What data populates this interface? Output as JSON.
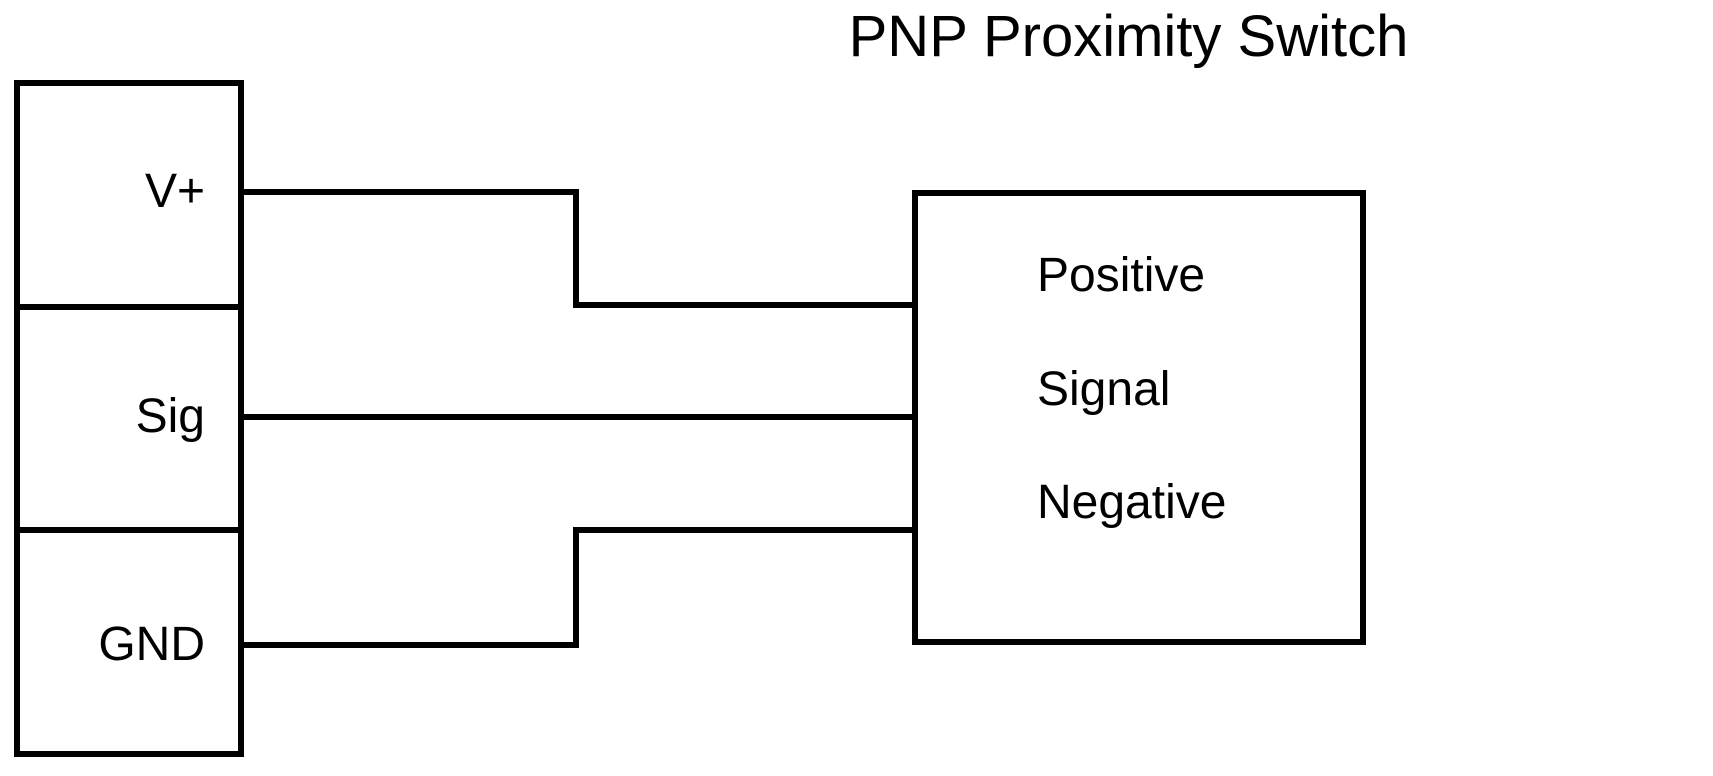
{
  "diagram": {
    "title": "PNP Proximity Switch",
    "stroke_color": "#000000",
    "background_color": "#ffffff",
    "terminal_block": {
      "name": "terminal-block",
      "terminals": [
        {
          "label": "V+",
          "wire_to": "Positive"
        },
        {
          "label": "Sig",
          "wire_to": "Signal"
        },
        {
          "label": "GND",
          "wire_to": "Negative"
        }
      ]
    },
    "sensor": {
      "name": "proximity-switch",
      "terminals": [
        {
          "label": "Positive"
        },
        {
          "label": "Signal"
        },
        {
          "label": "Negative"
        }
      ]
    },
    "wires": [
      {
        "name": "wire-vplus-to-positive",
        "from": "V+",
        "to": "Positive"
      },
      {
        "name": "wire-sig-to-signal",
        "from": "Sig",
        "to": "Signal"
      },
      {
        "name": "wire-gnd-to-negative",
        "from": "GND",
        "to": "Negative"
      }
    ]
  }
}
